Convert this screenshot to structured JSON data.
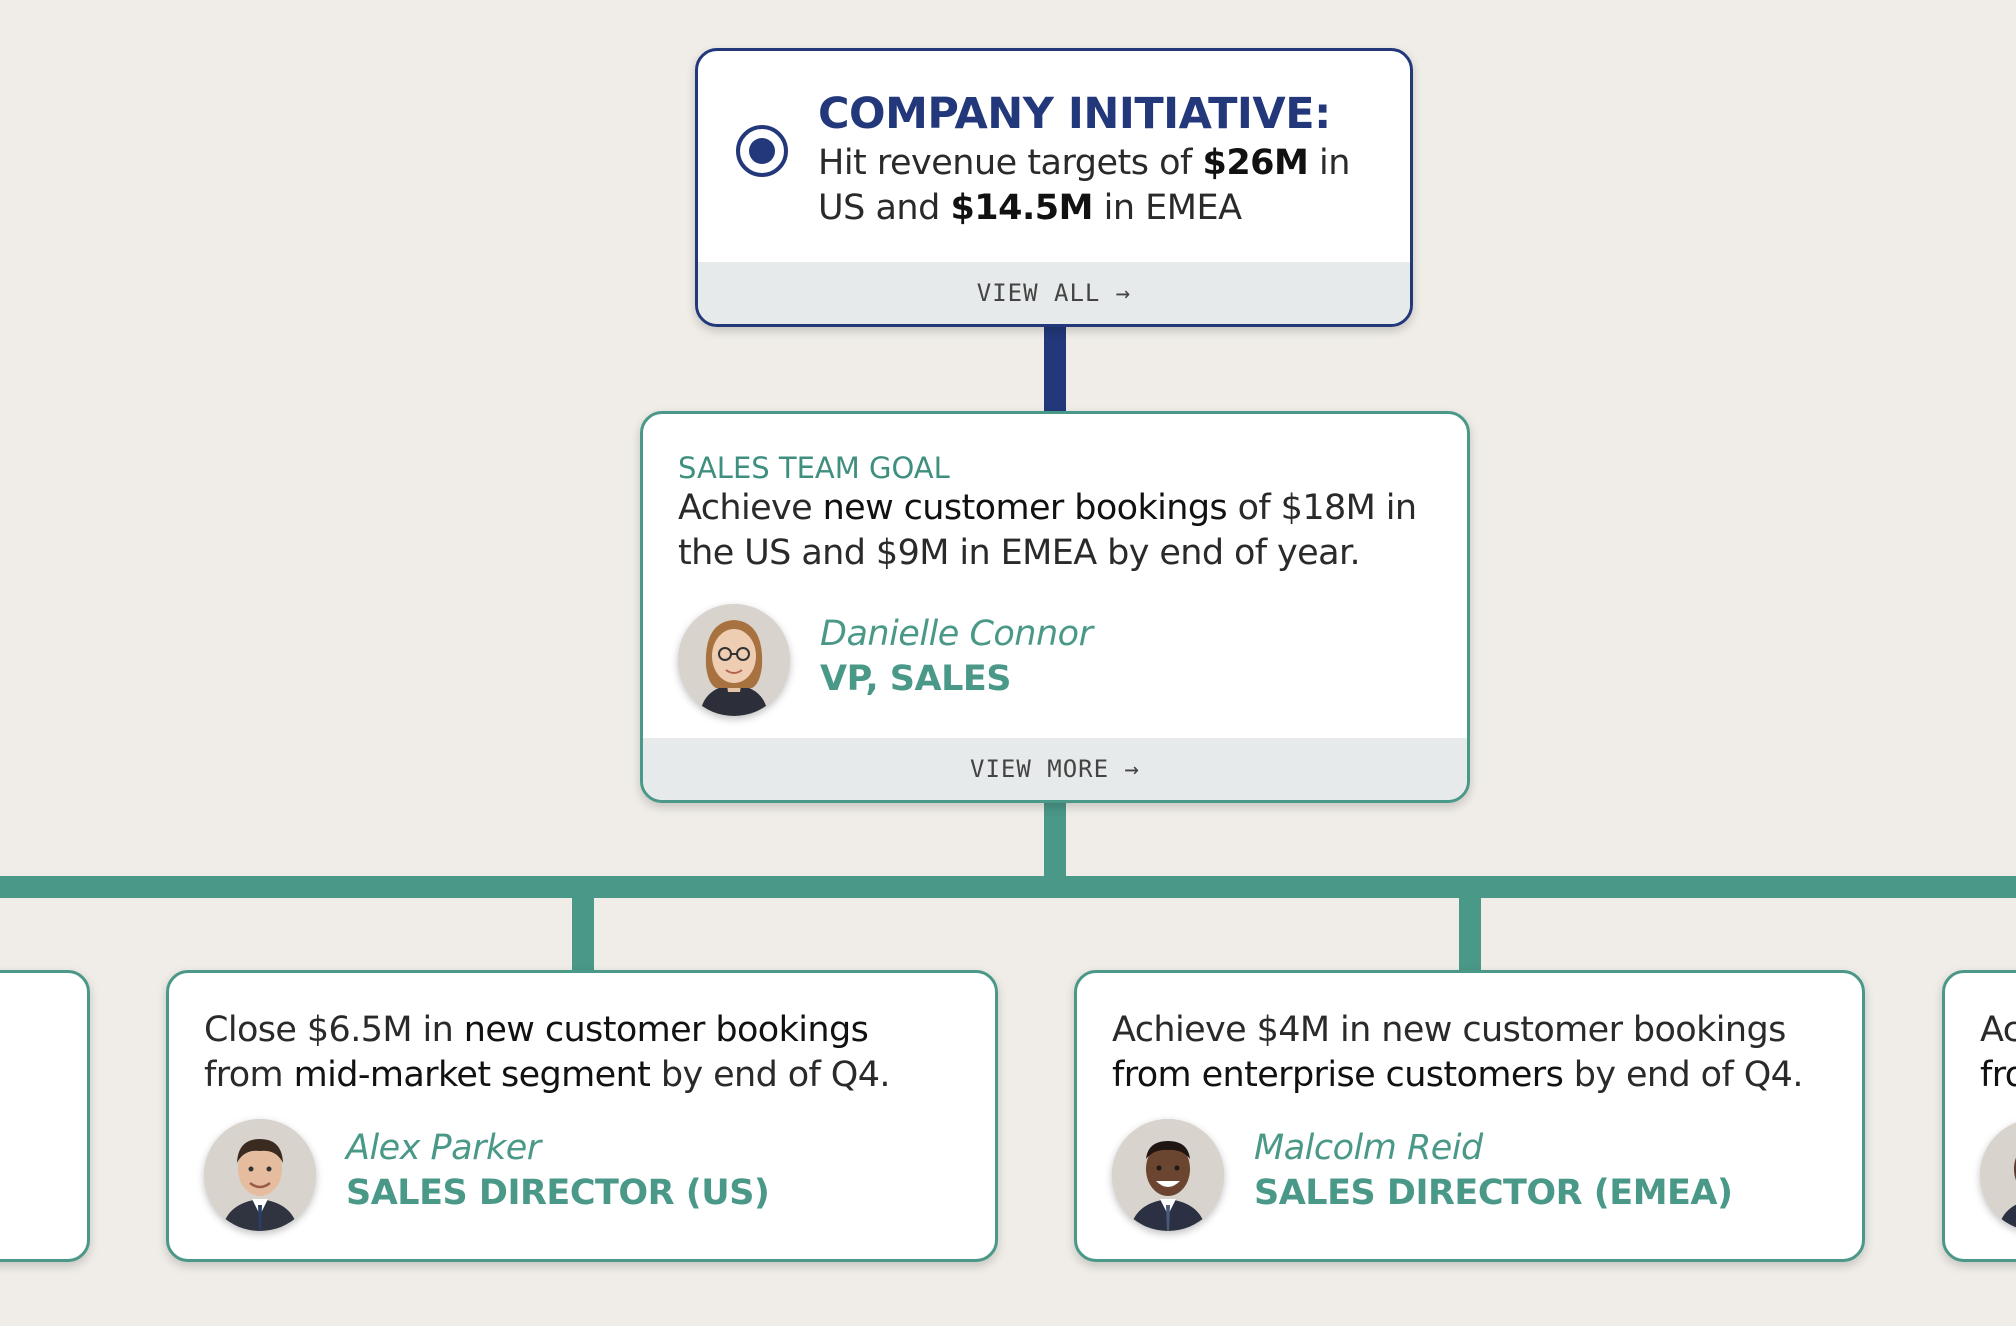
{
  "company": {
    "title": "COMPANY INITIATIVE:",
    "text_prefix": "Hit revenue targets of ",
    "us_target": "$26M",
    "text_mid_1": " in",
    "text_mid_2": "US and ",
    "emea_target": "$14.5M",
    "text_suffix": " in EMEA",
    "footer": "VIEW ALL →",
    "accent_color": "#22387a",
    "icon": "radio-selected-icon"
  },
  "sales": {
    "label": "SALES TEAM GOAL",
    "text_prefix": "Achieve ",
    "text_bold": "new customer bookings",
    "text_suffix": " of $18M in the US and $9M in EMEA by end of year.",
    "person_name": "Danielle Connor",
    "person_role": "VP, SALES",
    "footer": "VIEW MORE →",
    "accent_color": "#4a9888"
  },
  "children": [
    {
      "t1": "Close $6.5M in ",
      "b1": "new customer bookings",
      "t2": " ",
      "b2": "from ",
      "b3": "mid-market segment",
      "t3": " by end of Q4.",
      "person_name": "Alex Parker",
      "person_role": "SALES DIRECTOR (US)"
    },
    {
      "t1": "Achieve $4M in new customer bookings",
      "b1": "from enterprise customers",
      "t2": " by end of Q4.",
      "person_name": "Malcolm Reid",
      "person_role": "SALES DIRECTOR (EMEA)"
    },
    {
      "partial_line1": "Ac",
      "partial_line2": "fro"
    }
  ]
}
